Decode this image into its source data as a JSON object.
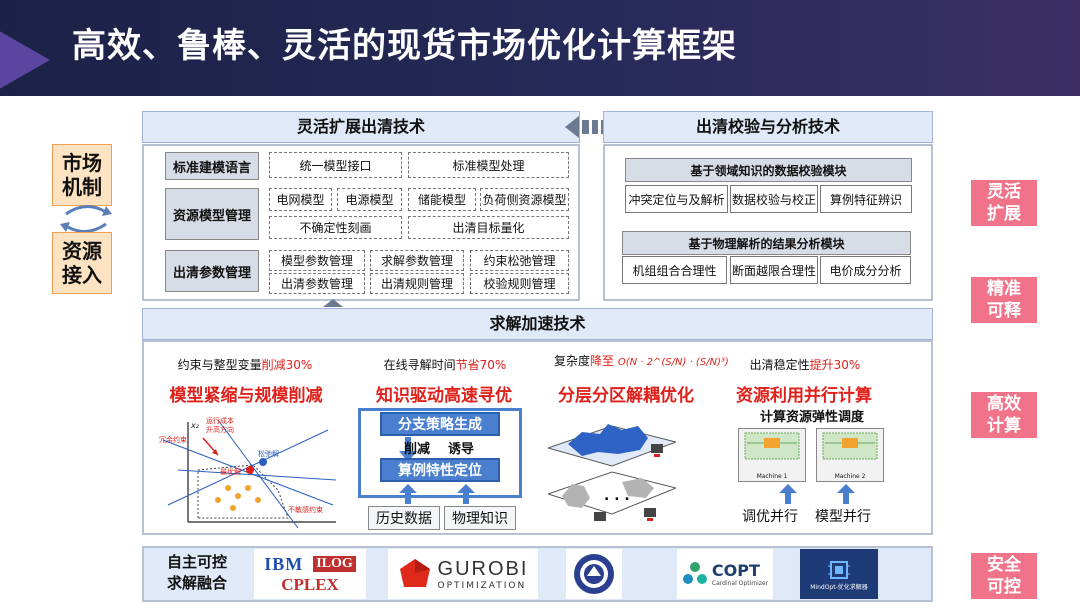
{
  "title": "高效、鲁棒、灵活的现货市场优化计算框架",
  "left_labels": [
    "市场\n机制",
    "资源\n接入"
  ],
  "right_labels": [
    "灵活\n扩展",
    "精准\n可释",
    "高效\n计算",
    "安全\n可控"
  ],
  "flex": {
    "header": "灵活扩展出清技术",
    "rows": [
      {
        "label": "标准建模语言",
        "items": [
          "统一模型接口",
          "标准模型处理"
        ]
      },
      {
        "label": "资源模型管理",
        "items": [
          "电网模型",
          "电源模型",
          "储能模型",
          "负荷侧资源模型",
          "不确定性刻画",
          "出清目标量化"
        ]
      },
      {
        "label": "出清参数管理",
        "items": [
          "模型参数管理",
          "求解参数管理",
          "约束松弛管理",
          "出清参数管理",
          "出清规则管理",
          "校验规则管理"
        ]
      }
    ]
  },
  "verify": {
    "header": "出清校验与分析技术",
    "module1": {
      "title": "基于领域知识的数据校验模块",
      "items": [
        "冲突定位与及解析",
        "数据校验与校正",
        "算例特征辨识"
      ]
    },
    "module2": {
      "title": "基于物理解析的结果分析模块",
      "items": [
        "机组组合合理性",
        "断面越限合理性",
        "电价成分分析"
      ]
    }
  },
  "accel": {
    "header": "求解加速技术",
    "cols": [
      {
        "sub_prefix": "约束与整型变量",
        "sub_red": "削减30%",
        "title": "模型紧缩与规模削减",
        "fig": {
          "y_axis": "x₂",
          "l1": "运行成本",
          "l2": "升高方向",
          "l3": "冗余约束",
          "l4": "松弛解",
          "l5": "最优解",
          "l6": "不敏感约束"
        }
      },
      {
        "sub_prefix": "在线寻解时间",
        "sub_red": "节省70%",
        "title": "知识驱动高速寻优",
        "top_btn": "分支策略生成",
        "mid_left": "削减",
        "mid_right": "诱导",
        "bottom_btn": "算例特性定位",
        "k1": "历史数据",
        "k2": "物理知识"
      },
      {
        "sub_prefix": "复杂度",
        "sub_red": "降至",
        "formula": "O(N · 2^(S/N) · (S/N)³)",
        "title": "分层分区解耦优化",
        "dots": ". . ."
      },
      {
        "sub_prefix": "出清稳定性",
        "sub_red": "提升30%",
        "title": "资源利用并行计算",
        "subtitle": "计算资源弹性调度",
        "m1": "Machine 1",
        "m2": "Machine 2",
        "k1": "调优并行",
        "k2": "模型并行"
      }
    ]
  },
  "bottom": {
    "label": "自主可控\n求解融合",
    "logos": [
      {
        "name": "IBM",
        "extra": "ILOG",
        "sub": "CPLEX"
      },
      {
        "name": "GUROBI",
        "sub": "OPTIMIZATION"
      },
      {
        "name": "university-seal"
      },
      {
        "name": "COPT",
        "sub": "Cardinal Optimizer"
      },
      {
        "name": "MindOpt-优化求解器"
      }
    ]
  },
  "colors": {
    "header_bg": "#1c2147",
    "accent_blue": "#4a7fd0",
    "red": "#e0201a",
    "pink": "#f0738a",
    "orange": "#fde3c2"
  }
}
